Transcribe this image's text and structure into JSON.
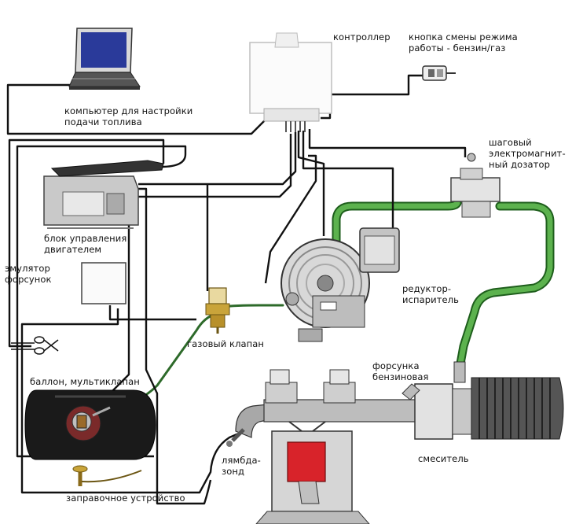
{
  "labels": {
    "controller": "контроллер",
    "mode_button": [
      "кнопка смены режима",
      "работы - бензин/газ"
    ],
    "computer": [
      "компьютер для настройки",
      "подачи топлива"
    ],
    "stepper": [
      "шаговый",
      "электромагнит-",
      "ный дозатор"
    ],
    "ecu": [
      "блок управления",
      "двигателем"
    ],
    "emulator": [
      "эмулятор",
      "форсунок"
    ],
    "reducer": [
      "редуктор-",
      "испаритель"
    ],
    "gas_valve": "газовый клапан",
    "injector": [
      "форсунка",
      "бензиновая"
    ],
    "tank": "баллон, мультиклапан",
    "lambda": [
      "лямбда-",
      "зонд"
    ],
    "mixer": "смеситель",
    "filler": "заправочное устройство"
  },
  "colors": {
    "gas_hose": "#3f9a3a",
    "wire": "#111111",
    "piston_red": "#d8232a",
    "valve_brass": "#c9a43a"
  }
}
